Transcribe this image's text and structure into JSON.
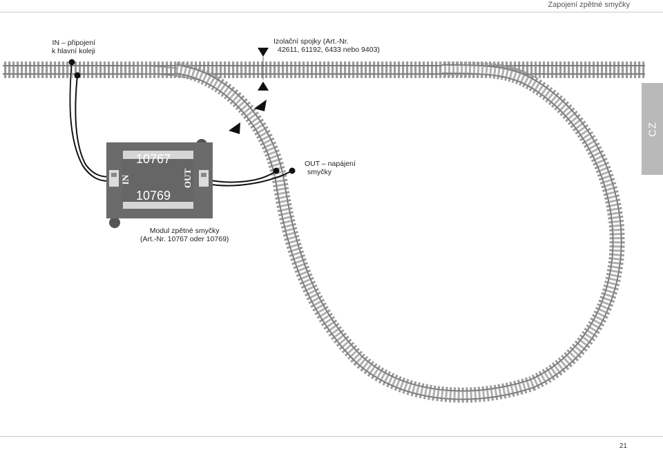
{
  "header": {
    "title": "Zapojení zpětné smyčky"
  },
  "side_tab": {
    "label": "CZ"
  },
  "labels": {
    "in_connection": {
      "line1": "IN – připojení",
      "line2": "k hlavní koleji"
    },
    "isolation": {
      "line1": "Izolační spojky (Art.-Nr.",
      "line2": "42611, 61192, 6433 nebo 9403)"
    },
    "out_supply": {
      "line1": "OUT – napájení",
      "line2": "smyčky"
    },
    "module": {
      "line1": "Modul zpětné smyčky",
      "line2": "(Art.-Nr. 10767 oder 10769)"
    }
  },
  "module": {
    "model_a": "10767",
    "model_b": "10769",
    "input_label": "IN",
    "output_label": "OUT"
  },
  "colors": {
    "rail": "#8a8a8a",
    "sleeper": "#9a9a9a",
    "module": "#6b6b6b",
    "tab": "#b9b9b9"
  },
  "footer": {
    "page_number": "21"
  }
}
